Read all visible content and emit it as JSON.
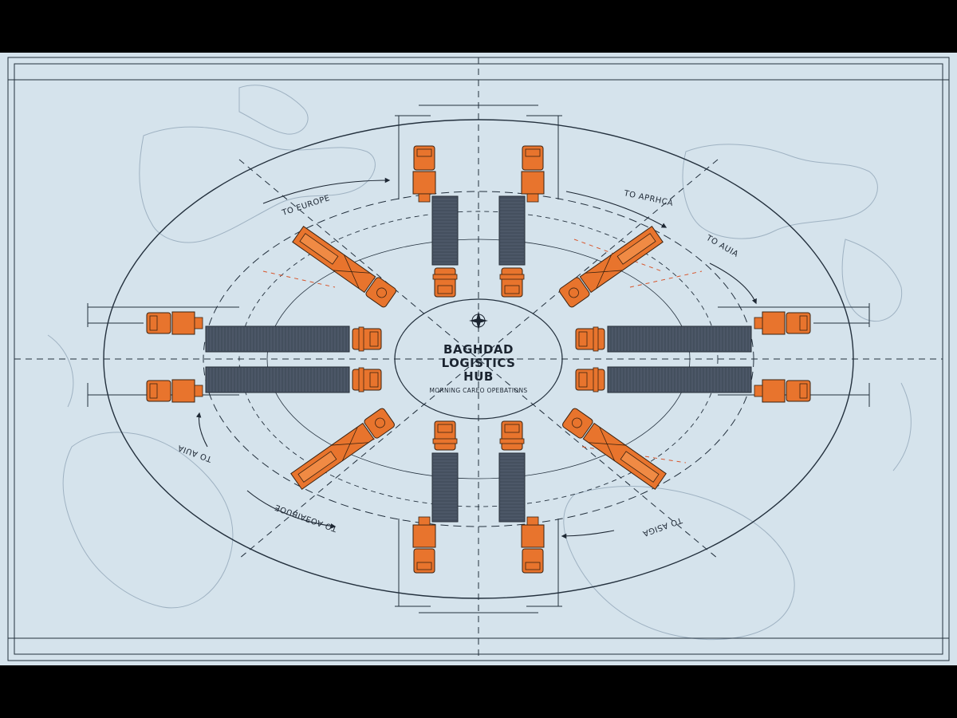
{
  "hub": {
    "title_lines": [
      "BAGHDAD",
      "LOGISTICS",
      "HUB"
    ],
    "subtitle": "MORNING CAREO OPEBATIONS"
  },
  "destinations": {
    "europe": "TO EUROPE",
    "africa": "TO APRHCA",
    "asia": "TO AUIA",
    "africa_mirrored": "TO AUIA",
    "europe_mirrored": "TO AOƎAIBUOE",
    "asia_mirrored": "TO ASIGA"
  },
  "colors": {
    "background": "#d5e3ec",
    "frame": "#000000",
    "line": "#23303d",
    "truck_cab": "#e8742d",
    "truck_outline": "#3a2210",
    "container": "#4c5767",
    "accent_dash": "#d8552b",
    "map_line": "#9fb2c2"
  },
  "icons": {
    "compass": "compass-rose-icon"
  }
}
